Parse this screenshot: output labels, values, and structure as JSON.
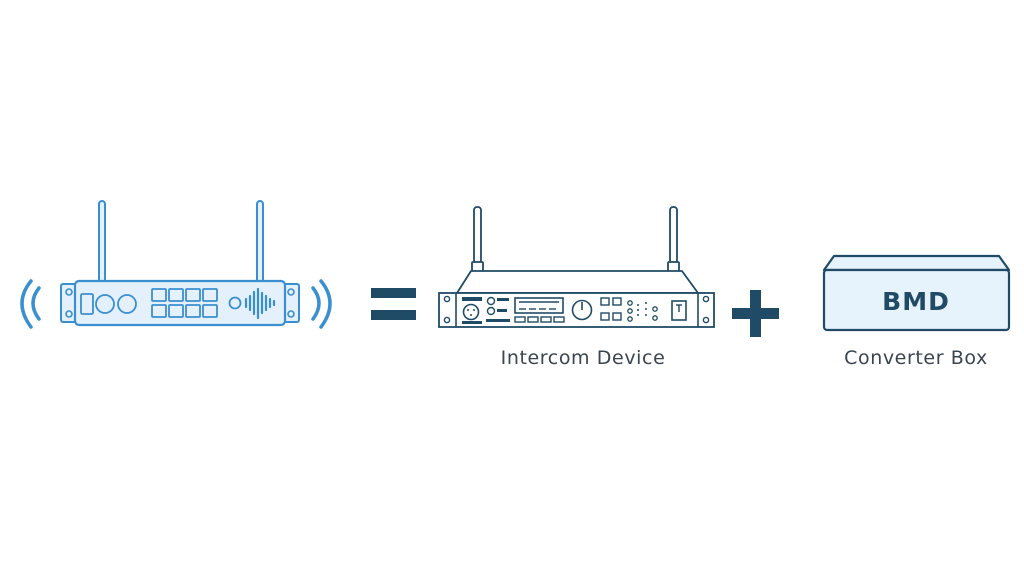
{
  "intercom": {
    "caption": "Intercom Device"
  },
  "converter": {
    "caption": "Converter Box",
    "label": "BMD"
  },
  "colors": {
    "outline": "#1f4b66",
    "accent_blue": "#3a8fd0",
    "wireless_fill": "#e4f1fd",
    "converter_fill": "#e6f2fc",
    "operator": "#1f4b66",
    "caption_text": "#3a4550"
  },
  "icons": {
    "left": "wireless-intercom-unit-icon",
    "right_a": "intercom-device-icon",
    "right_b": "converter-box-icon"
  }
}
